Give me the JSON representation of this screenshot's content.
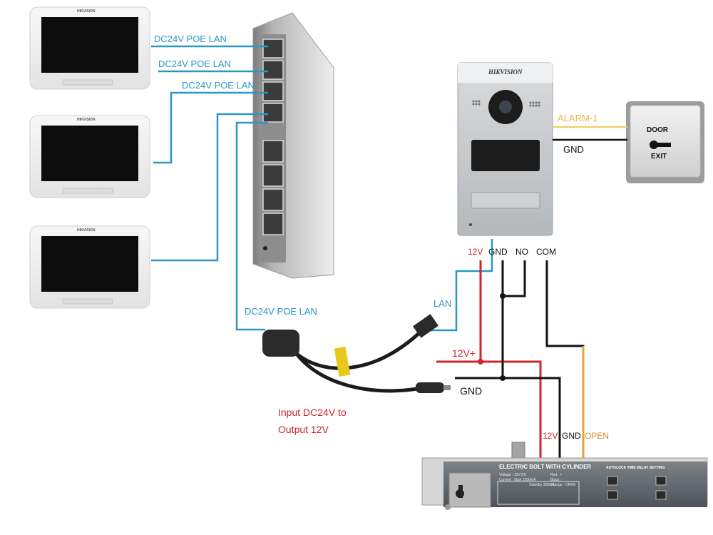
{
  "labels": {
    "poe_lan_1": "DC24V POE LAN",
    "poe_lan_2": "DC24V POE LAN",
    "poe_lan_3": "DC24V POE LAN",
    "poe_lan_input": "DC24V POE LAN",
    "lan": "LAN",
    "alarm": "ALARM-1",
    "gnd_exit": "GND",
    "term_12v": "12V",
    "term_gnd": "GND",
    "term_no": "NO",
    "term_com": "COM",
    "wire_12v_plus": "12V+",
    "wire_gnd": "GND",
    "converter_line1": "Input DC24V to",
    "converter_line2": "Output  12V",
    "lock_12v": "12V",
    "lock_gnd": "GND",
    "lock_open": "OPEN"
  },
  "monitors": [
    {
      "brand": "HIKVISION"
    },
    {
      "brand": "HIKVISION"
    },
    {
      "brand": "HIKVISION"
    }
  ],
  "door_station": {
    "brand": "HIKVISION"
  },
  "exit_button": {
    "line1": "DOOR",
    "line2": "EXIT"
  },
  "electric_bolt": {
    "title": "ELECTRIC BOLT WITH CYLINDER",
    "spec1": "Voltage : 12V DC",
    "spec2": "Current : Start 1200mA",
    "spec3": "Standby 300mA",
    "wire_red": "Red : +",
    "wire_black": "Black : -",
    "wire_orange": "Orange : OPEN",
    "autolock": "AUTOLOCK TIME DELAY SETTING"
  },
  "colors": {
    "lan_wire": "#2a97c4",
    "red_wire": "#d0242a",
    "black_wire": "#111111",
    "yellow_wire": "#f0cf72",
    "orange_wire": "#e9a13d"
  }
}
